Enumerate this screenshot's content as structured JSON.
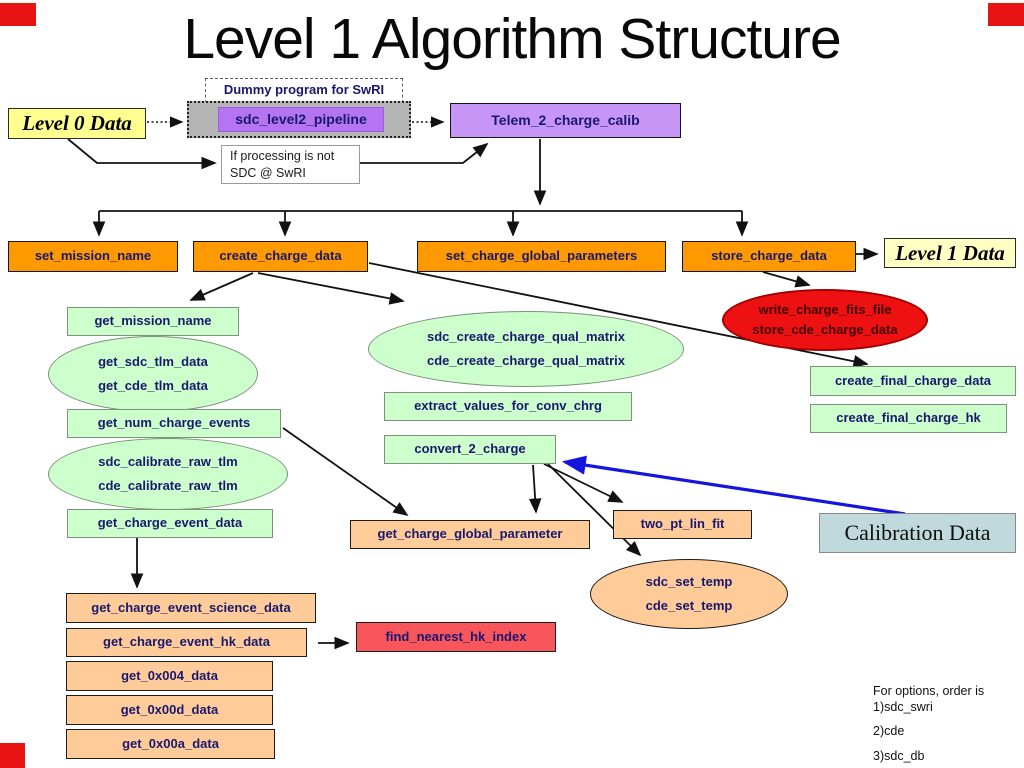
{
  "title": "Level 1 Algorithm Structure",
  "colors": {
    "orange_node": "#ff9900",
    "green_node": "#ccffcc",
    "peach_node": "#ffcc99",
    "purple_node": "#c795f6",
    "yellow_node": "#ffff8f",
    "red_ellipse": "#ee1111",
    "red_node": "#f9565c",
    "calibration_node": "#bfd9dc",
    "label_text": "#18186e",
    "blue_arrow": "#1515e0",
    "corner_marker": "#e81414"
  },
  "top": {
    "dummy_program": "Dummy program for SwRI",
    "level0": "Level 0 Data",
    "pipeline": "sdc_level2_pipeline",
    "telem": "Telem_2_charge_calib",
    "if_processing_line1": "If processing is not",
    "if_processing_line2": "SDC @ SwRI"
  },
  "row_orange": {
    "set_mission_name": "set_mission_name",
    "create_charge_data": "create_charge_data",
    "set_charge_global_parameters": "set_charge_global_parameters",
    "store_charge_data": "store_charge_data",
    "level1": "Level 1 Data"
  },
  "left_column": {
    "get_mission_name": "get_mission_name",
    "tlm_ellipse_line1": "get_sdc_tlm_data",
    "tlm_ellipse_line2": "get_cde_tlm_data",
    "get_num_charge_events": "get_num_charge_events",
    "calibrate_ellipse_line1": "sdc_calibrate_raw_tlm",
    "calibrate_ellipse_line2": "cde_calibrate_raw_tlm",
    "get_charge_event_data": "get_charge_event_data"
  },
  "middle": {
    "qual_ellipse_line1": "sdc_create_charge_qual_matrix",
    "qual_ellipse_line2": "cde_create_charge_qual_matrix",
    "extract_values_for_conv_chrg": "extract_values_for_conv_chrg",
    "convert_2_charge": "convert_2_charge",
    "get_charge_global_parameter": "get_charge_global_parameter",
    "two_pt_lin_fit": "two_pt_lin_fit",
    "settemp_ellipse_line1": "sdc_set_temp",
    "settemp_ellipse_line2": "cde_set_temp"
  },
  "right": {
    "red_ellipse_line1": "write_charge_fits_file",
    "red_ellipse_line2": "store_cde_charge_data",
    "create_final_charge_data": "create_final_charge_data",
    "create_final_charge_hk": "create_final_charge_hk",
    "calibration_data": "Calibration Data"
  },
  "bottom": {
    "get_charge_event_science_data": "get_charge_event_science_data",
    "get_charge_event_hk_data": "get_charge_event_hk_data",
    "find_nearest_hk_index": "find_nearest_hk_index",
    "get_0x004_data": "get_0x004_data",
    "get_0x00d_data": "get_0x00d_data",
    "get_0x00a_data": "get_0x00a_data"
  },
  "notes": {
    "lines": [
      "For options, order is",
      "1)sdc_swri",
      "2)cde",
      "3)sdc_db"
    ]
  }
}
